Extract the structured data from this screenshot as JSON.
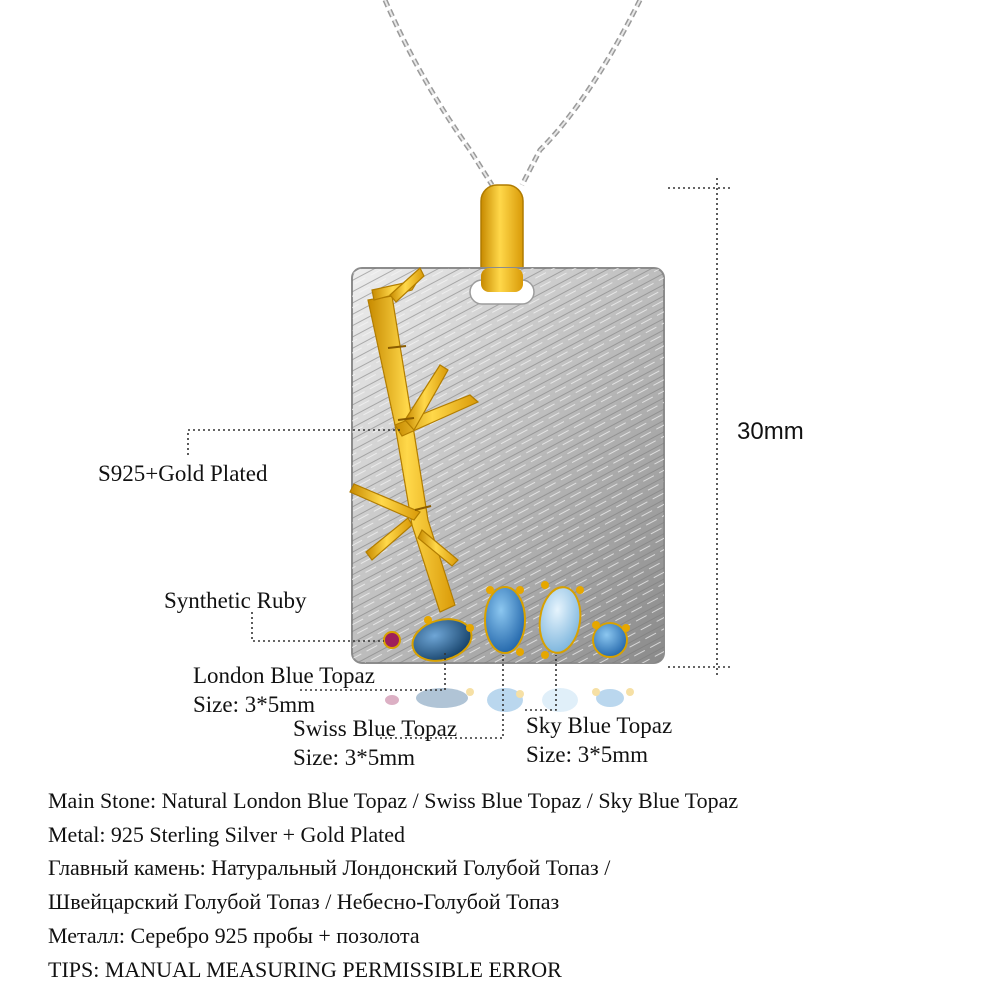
{
  "callouts": {
    "material": "S925+Gold Plated",
    "ruby": "Synthetic Ruby",
    "london_name": "London Blue Topaz",
    "london_size": "Size: 3*5mm",
    "swiss_name": "Swiss Blue Topaz",
    "swiss_size": "Size: 3*5mm",
    "sky_name": "Sky Blue Topaz",
    "sky_size": "Size: 3*5mm",
    "height": "30mm"
  },
  "specs": [
    "Main Stone: Natural London Blue Topaz / Swiss Blue Topaz / Sky Blue Topaz",
    "Metal: 925 Sterling Silver + Gold Plated",
    "Главный камень: Натуральный Лондонский Голубой Топаз /",
    "Швейцарский Голубой Топаз / Небесно-Голубой Топаз",
    "Металл: Серебро 925 пробы + позолота",
    "TIPS: MANUAL MEASURING PERMISSIBLE ERROR"
  ],
  "colors": {
    "silver": "#c9c9c9",
    "gold": "#f2b81a",
    "london_blue": "#1f5a8c",
    "swiss_blue": "#3d8fd0",
    "sky_blue": "#a9d3ef",
    "ruby": "#9e1f5a"
  }
}
